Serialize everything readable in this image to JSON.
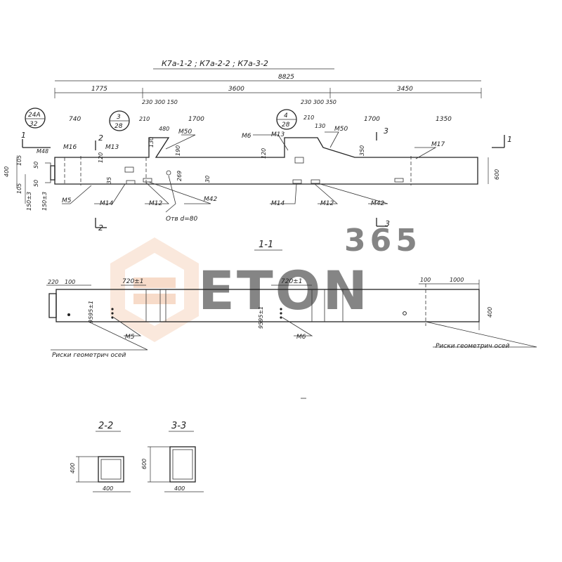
{
  "title": "К7а-1-2 ; К7а-2-2 ; К7а-3-2",
  "watermark": {
    "number": "365",
    "brand": "ETON"
  },
  "top_dims": {
    "overall": "8825",
    "seg1": "1775",
    "seg2": "3600",
    "seg3": "3450"
  },
  "callouts": [
    {
      "top": "24А",
      "bottom": "32"
    },
    {
      "top": "3",
      "bottom": "28"
    },
    {
      "top": "4",
      "bottom": "28"
    }
  ],
  "elevation_labels": {
    "l740": "740",
    "dims_a": "230 300 150",
    "l210a": "210",
    "l1700a": "1700",
    "l480": "480",
    "m50a": "М50",
    "dims_b": "230 300 350",
    "l210b": "210",
    "m6": "М6",
    "m13b": "М13",
    "l130": "130",
    "m50b": "М50",
    "l1700b": "1700",
    "l1350": "1350",
    "m17": "М17",
    "m16": "М16",
    "m13a": "М13",
    "m48": "М48",
    "m5": "М5",
    "m14a": "М14",
    "m12a": "М12",
    "m42a": "М42",
    "hole": "Отв d=80",
    "m14b": "М14",
    "m12b": "М12",
    "m42b": "М42",
    "l400": "400",
    "l105a": "105",
    "l105b": "105",
    "l150_13": "150±3",
    "l150_13b": "150±3",
    "l50a": "50",
    "l50b": "50",
    "l120": "120",
    "l35": "35",
    "l130a": "130",
    "l190": "190",
    "l269": "269",
    "l30": "30",
    "l120b": "120",
    "l350": "350",
    "l600": "600"
  },
  "section_marks": {
    "s1": "1",
    "s2": "2",
    "s3": "3"
  },
  "section_1_1": {
    "title": "1-1",
    "l220": "220",
    "l100a": "100",
    "l720a": "720±1",
    "l720b": "720±1",
    "l100b": "100",
    "l1000": "1000",
    "l400": "400",
    "l9595a": "9595±1",
    "l9595b": "9595±1",
    "m5": "М5",
    "m6": "М6",
    "axis_marks": "Риски геометрич осей"
  },
  "section_2_2": {
    "title": "2-2",
    "height": "400",
    "width": "400"
  },
  "section_3_3": {
    "title": "3-3",
    "height": "600",
    "width": "400"
  }
}
